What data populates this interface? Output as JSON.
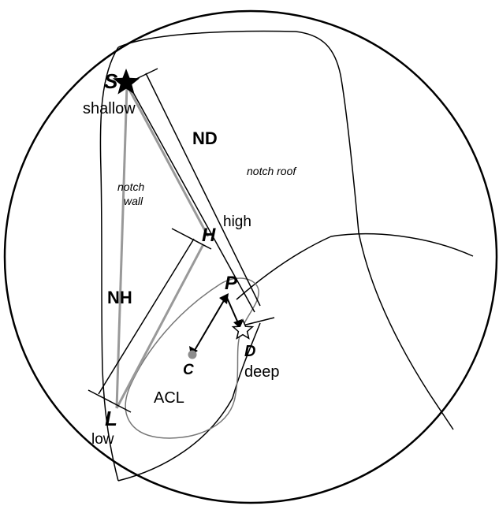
{
  "diagram": {
    "labels": {
      "point_s": "S",
      "shallow": "shallow",
      "nd": "ND",
      "notch_roof": "notch roof",
      "notch_wall_1": "notch",
      "notch_wall_2": "wall",
      "high": "high",
      "point_h": "H",
      "nh": "NH",
      "point_p": "P",
      "point_d": "D",
      "deep": "deep",
      "point_c": "C",
      "acl": "ACL",
      "point_l": "L",
      "low": "low"
    },
    "colors": {
      "ink": "#000000",
      "gray_line": "#999999",
      "acl_outline": "#777777",
      "center_dot": "#8c8c8c"
    }
  }
}
